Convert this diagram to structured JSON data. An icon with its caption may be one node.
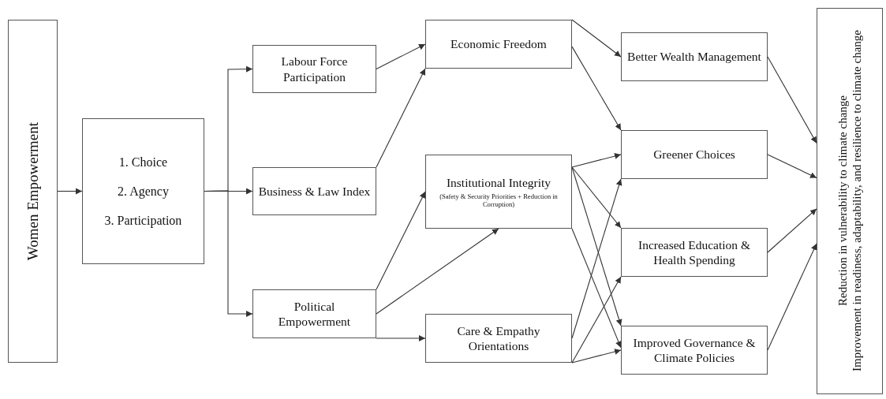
{
  "diagram": {
    "nodes": [
      {
        "text": [
          "Women Empowerment"
        ]
      },
      {
        "text": [
          "1. Choice",
          "2. Agency",
          "3. Participation"
        ]
      },
      {
        "text": [
          "Labour Force Participation"
        ]
      },
      {
        "text": [
          "Business & Law Index"
        ]
      },
      {
        "text": [
          "Political Empowerment"
        ]
      },
      {
        "text": [
          "Economic Freedom"
        ]
      },
      {
        "text": [
          "Institutional Integrity",
          "(Safety & Security Priorities + Reduction in Corruption)"
        ]
      },
      {
        "text": [
          "Care & Empathy Orientations"
        ]
      },
      {
        "text": [
          "Better Wealth Management"
        ]
      },
      {
        "text": [
          "Greener Choices"
        ]
      },
      {
        "text": [
          "Increased Education & Health Spending"
        ]
      },
      {
        "text": [
          "Improved Governance & Climate Policies"
        ]
      },
      {
        "text": [
          "Reduction in vulnerability to climate change",
          "Improvement in readiness, adaptability, and resilience to climate change"
        ]
      }
    ],
    "edges": [
      {
        "from": 0,
        "to": 1,
        "arrow": "to"
      },
      {
        "from": 1,
        "to": 2,
        "arrow": "to"
      },
      {
        "from": 1,
        "to": 3,
        "arrow": "to"
      },
      {
        "from": 1,
        "to": 4,
        "arrow": "to"
      },
      {
        "from": 2,
        "to": 5,
        "arrow": "to"
      },
      {
        "from": 3,
        "to": 5,
        "arrow": "to"
      },
      {
        "from": 4,
        "to": 6,
        "arrow": "to"
      },
      {
        "from": 4,
        "to": 6,
        "arrow": "to"
      },
      {
        "from": 4,
        "to": 7,
        "arrow": "to"
      },
      {
        "from": 5,
        "to": 8,
        "arrow": "to"
      },
      {
        "from": 5,
        "to": 9,
        "arrow": "to"
      },
      {
        "from": 6,
        "to": 9,
        "arrow": "to"
      },
      {
        "from": 6,
        "to": 10,
        "arrow": "to"
      },
      {
        "from": 6,
        "to": 11,
        "arrow": "to"
      },
      {
        "from": 6,
        "to": 11,
        "arrow": "to"
      },
      {
        "from": 7,
        "to": 9,
        "arrow": "to"
      },
      {
        "from": 7,
        "to": 10,
        "arrow": "to"
      },
      {
        "from": 7,
        "to": 11,
        "arrow": "to"
      },
      {
        "from": 8,
        "to": 12,
        "arrow": "to"
      },
      {
        "from": 9,
        "to": 12,
        "arrow": "to"
      },
      {
        "from": 10,
        "to": 12,
        "arrow": "to"
      },
      {
        "from": 11,
        "to": 12,
        "arrow": "to"
      }
    ]
  }
}
